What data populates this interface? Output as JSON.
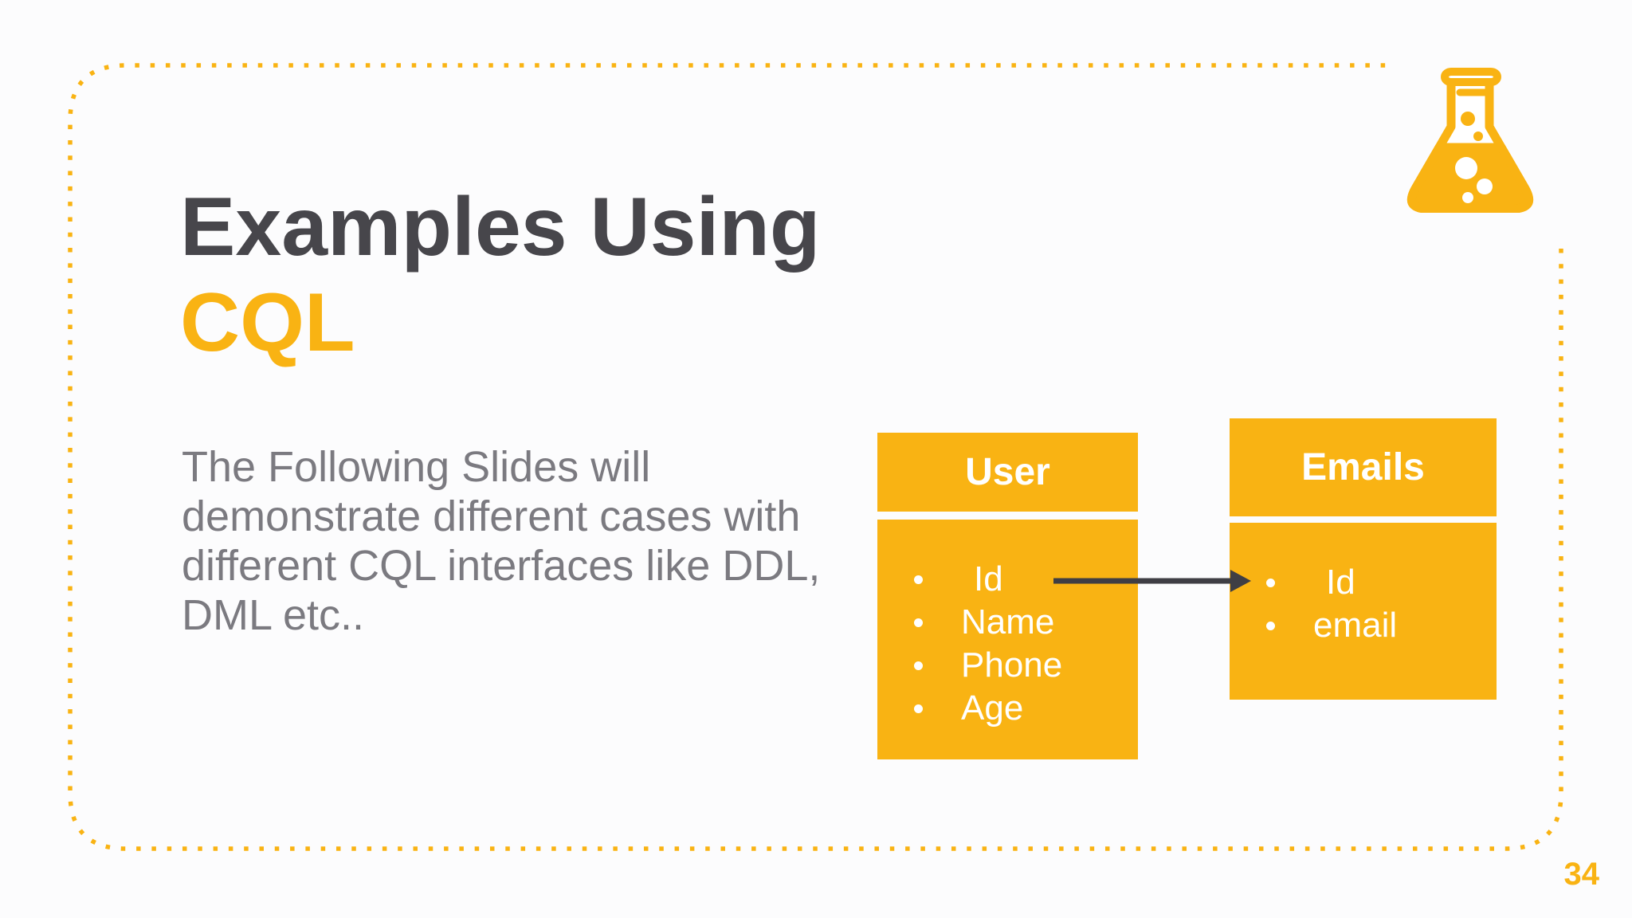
{
  "page_number": "34",
  "title": {
    "line1": "Examples Using",
    "line2": "CQL"
  },
  "body": {
    "lines": [
      "The Following Slides will",
      "demonstrate different cases with",
      "different CQL interfaces like DDL,",
      "DML etc.."
    ]
  },
  "diagram": {
    "tables": [
      {
        "name": "User",
        "fields": [
          "Id",
          "Name",
          "Phone",
          "Age"
        ]
      },
      {
        "name": "Emails",
        "fields": [
          "Id",
          "email"
        ]
      }
    ],
    "arrow": {
      "from": "User.Id",
      "to": "Emails.Id"
    }
  },
  "icons": {
    "top_right": "flask-icon",
    "list_marker": "bullet-dot-icon"
  },
  "colors": {
    "accent_orange": "#f9b313",
    "title_dark": "#47464b",
    "body_gray": "#7b7a80",
    "arrow_dark": "#3f3e44",
    "table_text": "#ffffff",
    "background": "#fcfcfd"
  }
}
